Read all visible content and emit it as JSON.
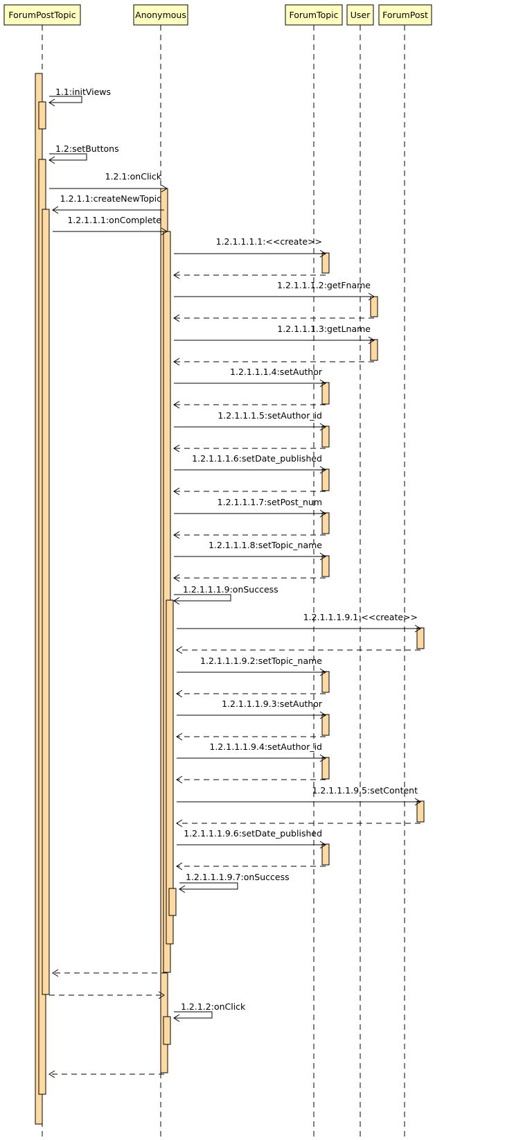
{
  "participants": [
    {
      "id": "fpt",
      "name": "ForumPostTopic"
    },
    {
      "id": "anon",
      "name": "Anonymous"
    },
    {
      "id": "ft",
      "name": "ForumTopic"
    },
    {
      "id": "user",
      "name": "User"
    },
    {
      "id": "fp",
      "name": "ForumPost"
    }
  ],
  "messages": [
    {
      "label": "1.1:initViews",
      "from": "fpt",
      "to": "fpt",
      "type": "self"
    },
    {
      "label": "1.2:setButtons",
      "from": "fpt",
      "to": "fpt",
      "type": "self"
    },
    {
      "label": "1.2.1:onClick",
      "from": "fpt",
      "to": "anon",
      "type": "call"
    },
    {
      "label": "1.2.1.1:createNewTopic",
      "from": "anon",
      "to": "fpt",
      "type": "call"
    },
    {
      "label": "1.2.1.1.1:onComplete",
      "from": "fpt",
      "to": "anon",
      "type": "call"
    },
    {
      "label": "1.2.1.1.1.1:<<create>>",
      "from": "anon",
      "to": "ft",
      "type": "call"
    },
    {
      "label": "",
      "from": "ft",
      "to": "anon",
      "type": "return"
    },
    {
      "label": "1.2.1.1.1.2:getFname",
      "from": "anon",
      "to": "user",
      "type": "call"
    },
    {
      "label": "",
      "from": "user",
      "to": "anon",
      "type": "return"
    },
    {
      "label": "1.2.1.1.1.3:getLname",
      "from": "anon",
      "to": "user",
      "type": "call"
    },
    {
      "label": "",
      "from": "user",
      "to": "anon",
      "type": "return"
    },
    {
      "label": "1.2.1.1.1.4:setAuthor",
      "from": "anon",
      "to": "ft",
      "type": "call"
    },
    {
      "label": "",
      "from": "ft",
      "to": "anon",
      "type": "return"
    },
    {
      "label": "1.2.1.1.1.5:setAuthor_id",
      "from": "anon",
      "to": "ft",
      "type": "call"
    },
    {
      "label": "",
      "from": "ft",
      "to": "anon",
      "type": "return"
    },
    {
      "label": "1.2.1.1.1.6:setDate_published",
      "from": "anon",
      "to": "ft",
      "type": "call"
    },
    {
      "label": "",
      "from": "ft",
      "to": "anon",
      "type": "return"
    },
    {
      "label": "1.2.1.1.1.7:setPost_num",
      "from": "anon",
      "to": "ft",
      "type": "call"
    },
    {
      "label": "",
      "from": "ft",
      "to": "anon",
      "type": "return"
    },
    {
      "label": "1.2.1.1.1.8:setTopic_name",
      "from": "anon",
      "to": "ft",
      "type": "call"
    },
    {
      "label": "",
      "from": "ft",
      "to": "anon",
      "type": "return"
    },
    {
      "label": "1.2.1.1.1.9:onSuccess",
      "from": "anon",
      "to": "anon",
      "type": "self"
    },
    {
      "label": "1.2.1.1.1.9.1:<<create>>",
      "from": "anon",
      "to": "fp",
      "type": "call"
    },
    {
      "label": "",
      "from": "fp",
      "to": "anon",
      "type": "return"
    },
    {
      "label": "1.2.1.1.1.9.2:setTopic_name",
      "from": "anon",
      "to": "ft",
      "type": "call"
    },
    {
      "label": "",
      "from": "ft",
      "to": "anon",
      "type": "return"
    },
    {
      "label": "1.2.1.1.1.9.3:setAuthor",
      "from": "anon",
      "to": "ft",
      "type": "call"
    },
    {
      "label": "",
      "from": "ft",
      "to": "anon",
      "type": "return"
    },
    {
      "label": "1.2.1.1.1.9.4:setAuthor_id",
      "from": "anon",
      "to": "ft",
      "type": "call"
    },
    {
      "label": "",
      "from": "ft",
      "to": "anon",
      "type": "return"
    },
    {
      "label": "1.2.1.1.1.9.5:setContent",
      "from": "anon",
      "to": "fp",
      "type": "call"
    },
    {
      "label": "",
      "from": "fp",
      "to": "anon",
      "type": "return"
    },
    {
      "label": "1.2.1.1.1.9.6:setDate_published",
      "from": "anon",
      "to": "ft",
      "type": "call"
    },
    {
      "label": "",
      "from": "ft",
      "to": "anon",
      "type": "return"
    },
    {
      "label": "1.2.1.1.1.9.7:onSuccess",
      "from": "anon",
      "to": "anon",
      "type": "self"
    },
    {
      "label": "",
      "from": "anon",
      "to": "fpt",
      "type": "return"
    },
    {
      "label": "",
      "from": "fpt",
      "to": "anon",
      "type": "return"
    },
    {
      "label": "1.2.1.2:onClick",
      "from": "anon",
      "to": "anon",
      "type": "self"
    },
    {
      "label": "",
      "from": "anon",
      "to": "fpt",
      "type": "return"
    }
  ],
  "colors": {
    "header_fill": "#ffffc0",
    "activation_fill": "#ffd9a0",
    "line": "#000000"
  }
}
